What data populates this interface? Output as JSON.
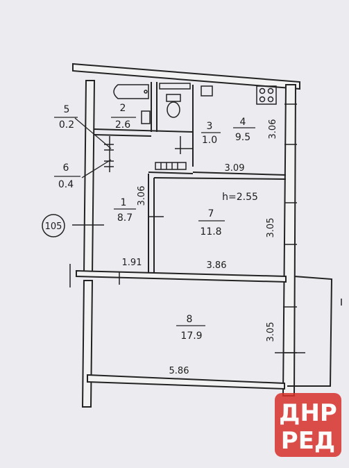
{
  "plan": {
    "apartment_number": "105",
    "ceiling_height": "h=2.55",
    "rooms": [
      {
        "id": "room-1",
        "number": "1",
        "area": "8.7"
      },
      {
        "id": "room-2",
        "number": "2",
        "area": "2.6"
      },
      {
        "id": "room-3",
        "number": "3",
        "area": "1.0"
      },
      {
        "id": "room-4",
        "number": "4",
        "area": "9.5"
      },
      {
        "id": "room-5",
        "number": "5",
        "area": "0.2"
      },
      {
        "id": "room-6",
        "number": "6",
        "area": "0.4"
      },
      {
        "id": "room-7",
        "number": "7",
        "area": "11.8"
      },
      {
        "id": "room-8",
        "number": "8",
        "area": "17.9"
      }
    ],
    "dimensions": {
      "kitchen_height": "3.06",
      "corridor_height": "3.06",
      "kitchen_width": "3.09",
      "room7_height": "3.05",
      "corridor_width": "1.91",
      "room7_width": "3.86",
      "room8_height": "3.05",
      "room8_width": "5.86"
    }
  },
  "watermark": {
    "line1": "ДНР",
    "line2": "РЕД",
    "color": "#d8312a"
  }
}
